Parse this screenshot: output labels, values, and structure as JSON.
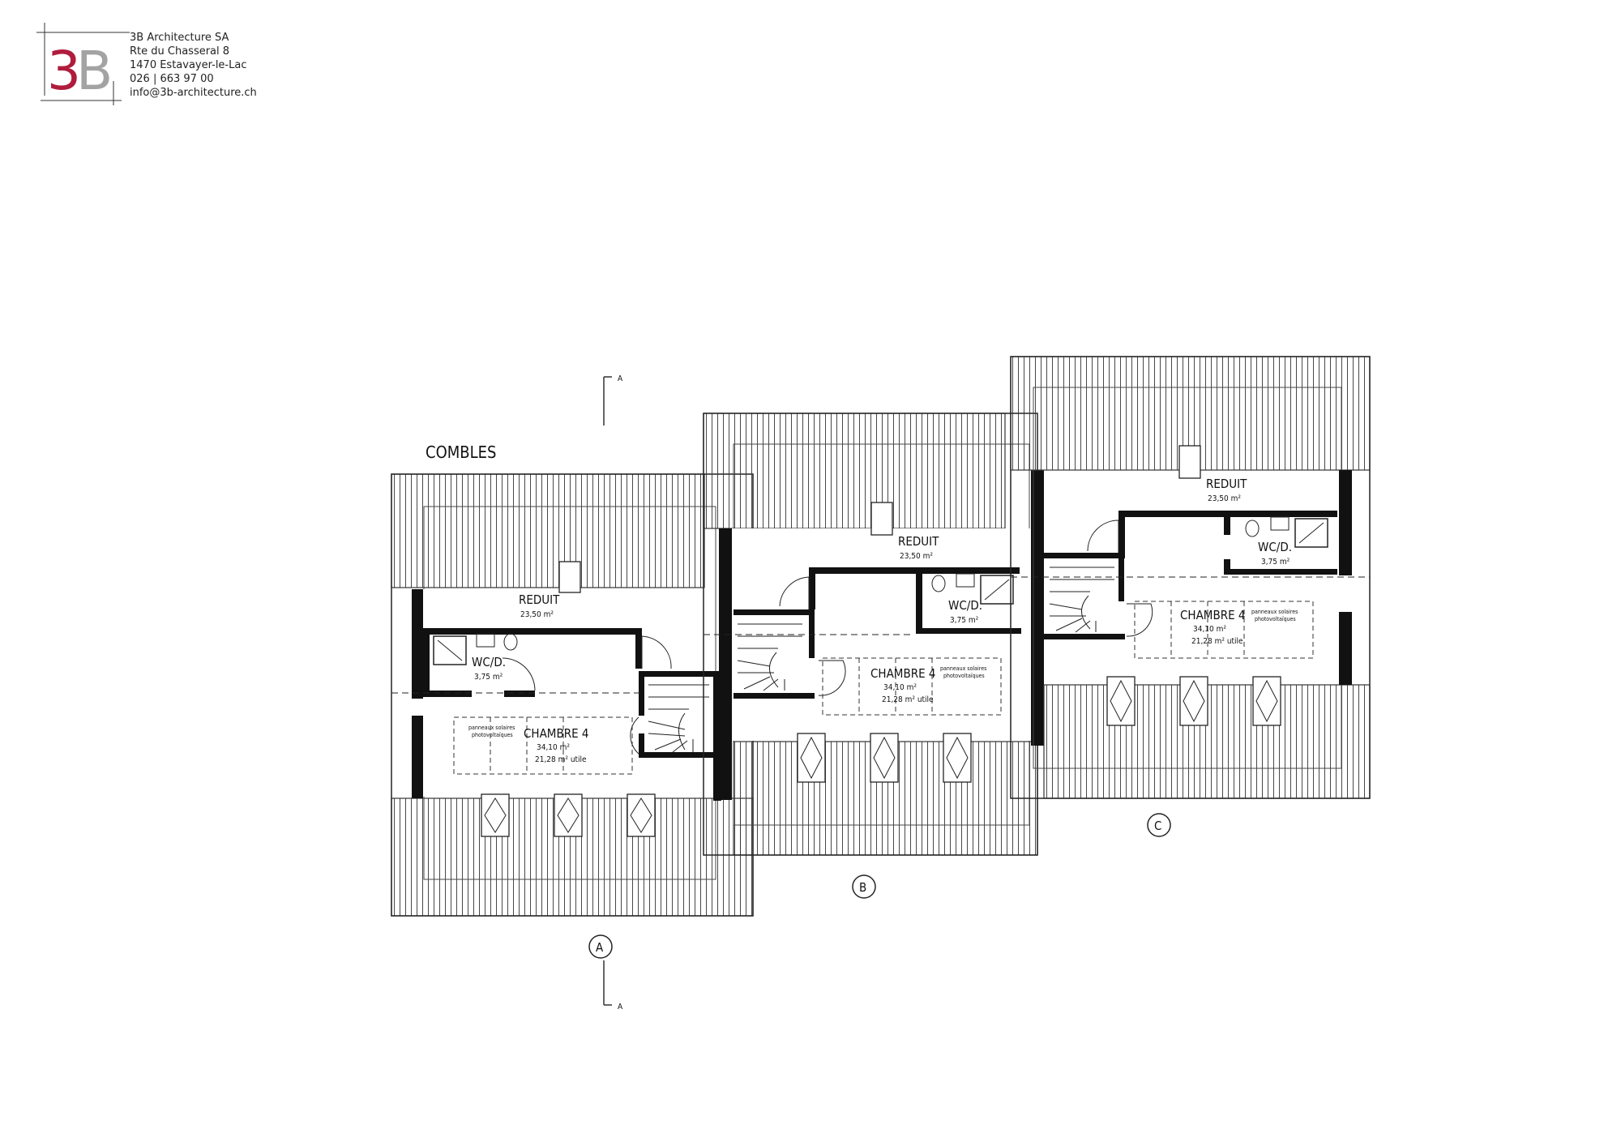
{
  "company": {
    "name": "3B Architecture SA",
    "street": "Rte du Chasseral 8",
    "city": "1470 Estavayer-le-Lac",
    "phone": "026 | 663 97 00",
    "email": "info@3b-architecture.ch",
    "logo_text": "3B",
    "logo_colors": {
      "three": "#b01c3c",
      "b": "#9a9a9a"
    }
  },
  "plan": {
    "title": "COMBLES",
    "section_marker": "A",
    "units": [
      {
        "id": "A",
        "reduit": {
          "label": "REDUIT",
          "area": "23,50 m²"
        },
        "wc": {
          "label": "WC/D.",
          "area": "3,75 m²"
        },
        "chambre": {
          "label": "CHAMBRE 4",
          "area": "34,10 m²",
          "utile": "21,28  m² utile"
        },
        "solar_1": "panneaux solaires",
        "solar_2": "photovoltaïques"
      },
      {
        "id": "B",
        "reduit": {
          "label": "REDUIT",
          "area": "23,50 m²"
        },
        "wc": {
          "label": "WC/D.",
          "area": "3,75 m²"
        },
        "chambre": {
          "label": "CHAMBRE 4",
          "area": "34,10 m²",
          "utile": "21,28  m² utile"
        },
        "solar_1": "panneaux solaires",
        "solar_2": "photovoltaïques"
      },
      {
        "id": "C",
        "reduit": {
          "label": "REDUIT",
          "area": "23,50 m²"
        },
        "wc": {
          "label": "WC/D.",
          "area": "3,75 m²"
        },
        "chambre": {
          "label": "CHAMBRE 4",
          "area": "34,10 m²",
          "utile": "21,28  m² utile"
        },
        "solar_1": "panneaux solaires",
        "solar_2": "photovoltaïques"
      }
    ]
  }
}
